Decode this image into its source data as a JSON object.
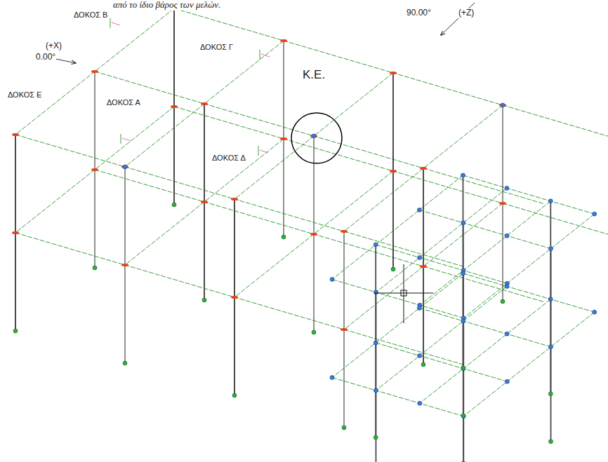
{
  "diagram": {
    "labels": [
      "από το ίδιο βάρος των μελών.",
      "ΔΟΚΟΣ Β",
      "(+X)",
      "0.00°",
      "90.00°",
      "(+Z)",
      "ΔΟΚΟΣ Γ",
      "Κ.Ε.",
      "ΔΟΚΟΣ Ε",
      "ΔΟΚΟΣ Α",
      "ΔΟΚΟΣ Δ"
    ]
  }
}
